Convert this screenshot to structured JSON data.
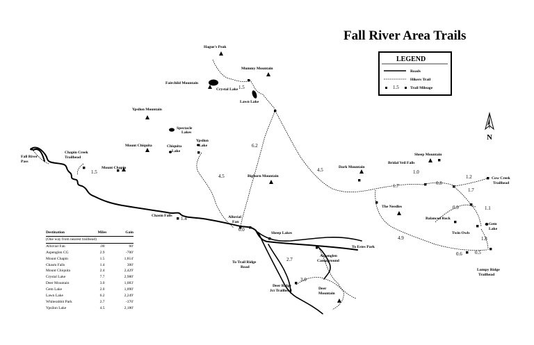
{
  "title": "Fall River Area Trails",
  "legend": {
    "title": "LEGEND",
    "roads": "Roads",
    "hikers_trail": "Hikers Trail",
    "mileage_sample": "1.5",
    "trail_mileage": "Trail Mileage"
  },
  "north_label": "N",
  "peaks": {
    "hagues_peak": "Hague's Peak",
    "mummy_mountain": "Mummy Mountain",
    "fairchild_mountain": "Fairchild Mountain",
    "ypsilon_mountain": "Ypsilon Mountain",
    "mount_chiquita": "Mount Chiquita",
    "mount_chapin": "Mount Chapin",
    "bighorn_mountain": "Bighorn Mountain",
    "dark_mountain": "Dark Mountain",
    "sheep_mountain": "Sheep Mountain",
    "the_needles": "The Needles",
    "deer_mountain_1": "Deer",
    "deer_mountain_2": "Mountain"
  },
  "lakes": {
    "crystal_lake": "Crystal Lake",
    "lawn_lake": "Lawn Lake",
    "spectacle_1": "Spectacle",
    "spectacle_2": "Lakes",
    "ypsilon_1": "Ypsilon",
    "ypsilon_2": "Lake",
    "chiquita_1": "Chiquita",
    "chiquita_2": "Lake",
    "gem_1": "Gem",
    "gem_2": "Lake"
  },
  "places": {
    "fall_river_pass_1": "Fall River",
    "fall_river_pass_2": "Pass",
    "chapin_creek_1": "Chapin Creek",
    "chapin_creek_2": "Trailhead",
    "chasm_falls": "Chasm Falls",
    "alluvial_fan_1": "Alluvial",
    "alluvial_fan_2": "Fan",
    "sheep_lakes": "Sheep Lakes",
    "aspenglen_1": "Aspenglen",
    "aspenglen_2": "Campground",
    "to_estes_park": "To Estes Park",
    "to_trail_ridge_1": "To Trail Ridge",
    "to_trail_ridge_2": "Road",
    "deer_ridge_1": "Deer Ridge",
    "deer_ridge_2": "Jct Trailhead",
    "bridal_veil_falls": "Bridal Veil Falls",
    "cow_creek_1": "Cow Creek",
    "cow_creek_2": "Trailhead",
    "balanced_rock": "Balanced Rock",
    "twin_owls": "Twin Owls",
    "lumpy_ridge_1": "Lumpy Ridge",
    "lumpy_ridge_2": "Trailhead"
  },
  "mileage": {
    "m_crystal": "1.5",
    "m_chapin": "1.5",
    "m_lawn_upper": "6.2",
    "m_ypsilon": "4.5",
    "m_dark": "4.5",
    "m_chasm": "1.4",
    "m_alluvial": "0.0",
    "m_aspenglen": "2.7",
    "m_deer": "3.0",
    "m_bridal": "1.0",
    "m_needles_a": "1.7",
    "m_needles_b": "0.8",
    "m_cow_a": "1.2",
    "m_cow_b": "1.7",
    "m_balanced": "0.9",
    "m_gem": "1.1",
    "m_lumpy_a": "4.9",
    "m_lumpy_b": "1.8",
    "m_lumpy_c": "0.6",
    "m_lumpy_d": "0.5"
  },
  "table": {
    "headers": [
      "Destination",
      "Miles",
      "Gain"
    ],
    "note": "(One way from nearest trailhead)",
    "rows": [
      [
        "Alluvial Fan",
        ".00",
        "60'"
      ],
      [
        "Aspenglen CG",
        "2.9",
        "-700'"
      ],
      [
        "Mount Chapin",
        "1.5",
        "1,814'"
      ],
      [
        "Chasm Falls",
        "1.4",
        "300'"
      ],
      [
        "Mount Chiquita",
        "2.4",
        "2,429'"
      ],
      [
        "Crystal Lake",
        "7.7",
        "2,980'"
      ],
      [
        "Deer Mountain",
        "3.0",
        "1,083'"
      ],
      [
        "Gem Lake",
        "2.0",
        "1,090'"
      ],
      [
        "Lawn Lake",
        "6.2",
        "2,249'"
      ],
      [
        "Whiterabbit Park",
        "2.7",
        "-370'"
      ],
      [
        "Ypsilon Lake",
        "4.5",
        "2,180'"
      ]
    ]
  }
}
